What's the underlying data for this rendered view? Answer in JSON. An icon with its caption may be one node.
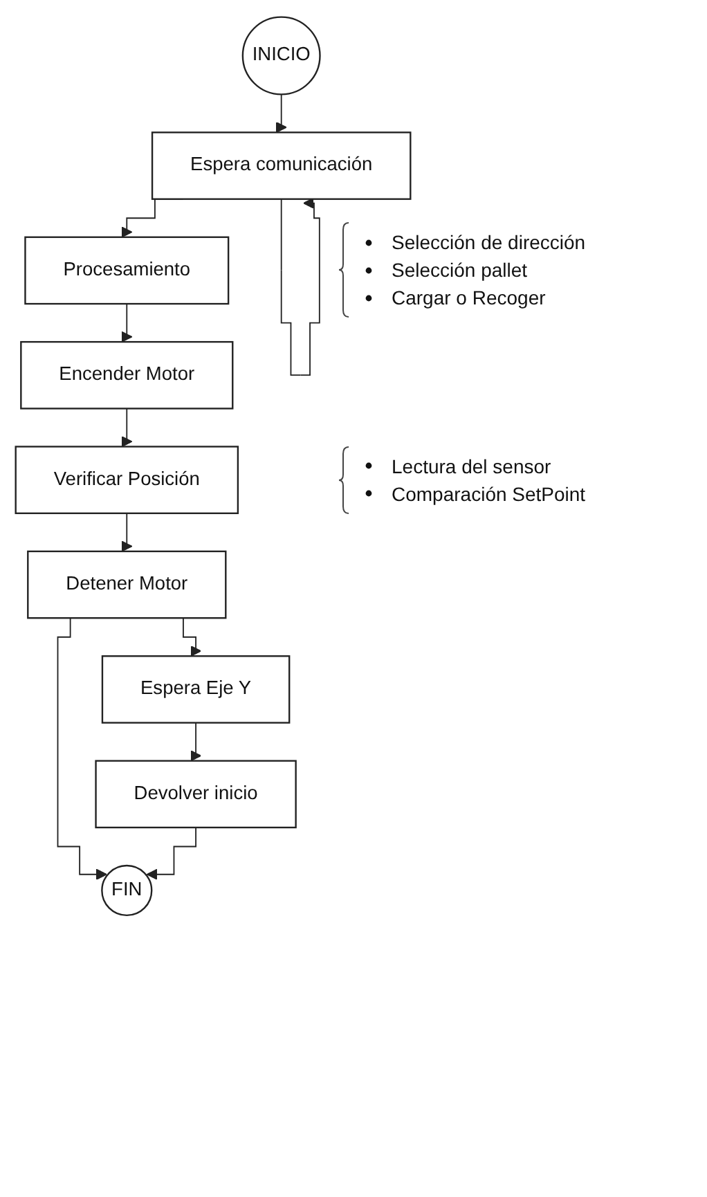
{
  "diagram": {
    "nodes": [
      {
        "text": [
          "INICIO"
        ]
      },
      {
        "text": [
          "Espera comunicación"
        ]
      },
      {
        "text": [
          "Procesamiento"
        ],
        "beside": [
          "Selección de dirección",
          "Selección pallet",
          "Cargar o Recoger"
        ]
      },
      {
        "text": [
          "Encender Motor"
        ]
      },
      {
        "text": [
          "Verificar Posición"
        ],
        "beside": [
          "Lectura del sensor",
          "Comparación SetPoint"
        ]
      },
      {
        "text": [
          "Detener Motor"
        ]
      },
      {
        "text": [
          "Espera Eje Y"
        ]
      },
      {
        "text": [
          "Devolver inicio"
        ]
      },
      {
        "text": [
          "FIN"
        ]
      }
    ],
    "edges": [
      {
        "from": 0,
        "to": 1,
        "arrow": "to"
      },
      {
        "from": 1,
        "to": 1,
        "arrow": "to"
      },
      {
        "from": 1,
        "to": 2,
        "arrow": "to"
      },
      {
        "from": 2,
        "to": 3,
        "arrow": "to"
      },
      {
        "from": 3,
        "to": 4,
        "arrow": "to"
      },
      {
        "from": 4,
        "to": 5,
        "arrow": "to"
      },
      {
        "from": 5,
        "to": 6,
        "arrow": "to"
      },
      {
        "from": 6,
        "to": 7,
        "arrow": "to"
      },
      {
        "from": 5,
        "to": 8,
        "arrow": "to"
      },
      {
        "from": 7,
        "to": 8,
        "arrow": "to"
      }
    ]
  }
}
